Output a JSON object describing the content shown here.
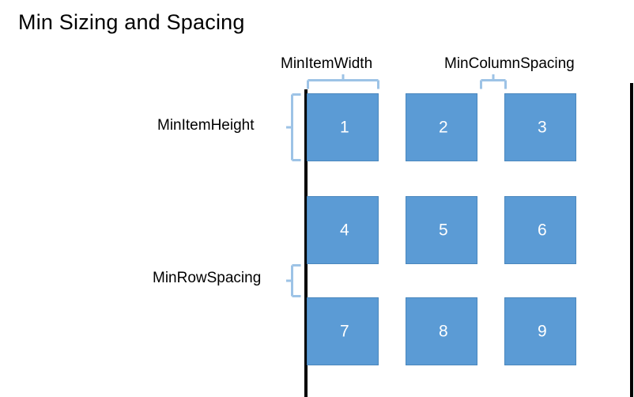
{
  "slide": {
    "title": "Min Sizing and Spacing",
    "background_color": "#FFFFFF"
  },
  "colors": {
    "item_fill": "#5B9BD5",
    "item_border": "#4A87BD",
    "item_text": "#FFFFFF",
    "bracket": "#9DC3E6",
    "rail": "#000000",
    "label_text": "#000000"
  },
  "annotations": {
    "min_item_width": "MinItemWidth",
    "min_column_spacing": "MinColumnSpacing",
    "min_item_height": "MinItemHeight",
    "min_row_spacing": "MinRowSpacing"
  },
  "grid": {
    "rows": 3,
    "columns": 3,
    "items": [
      {
        "label": "1",
        "row": 0,
        "col": 0
      },
      {
        "label": "2",
        "row": 0,
        "col": 1
      },
      {
        "label": "3",
        "row": 0,
        "col": 2
      },
      {
        "label": "4",
        "row": 1,
        "col": 0
      },
      {
        "label": "5",
        "row": 1,
        "col": 1
      },
      {
        "label": "6",
        "row": 1,
        "col": 2
      },
      {
        "label": "7",
        "row": 2,
        "col": 0
      },
      {
        "label": "8",
        "row": 2,
        "col": 1
      },
      {
        "label": "9",
        "row": 2,
        "col": 2
      }
    ]
  }
}
